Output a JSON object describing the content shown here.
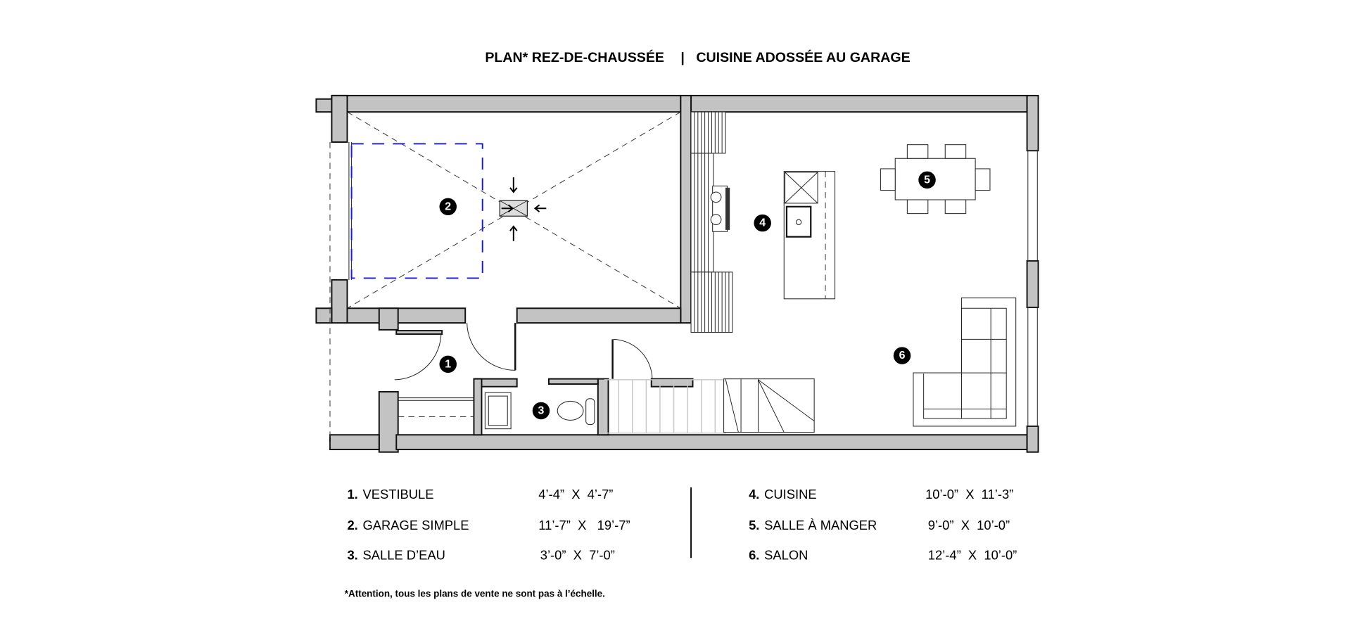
{
  "title": {
    "left": "PLAN* REZ-DE-CHAUSSÉE",
    "separator": "|",
    "right": "CUISINE ADOSSÉE AU GARAGE"
  },
  "plan_labels": [
    "1",
    "2",
    "3",
    "4",
    "5",
    "6"
  ],
  "rooms": [
    {
      "num": "1.",
      "name": "VESTIBULE",
      "dims": "4’-4”  X  4’-7”"
    },
    {
      "num": "2.",
      "name": "GARAGE SIMPLE",
      "dims": "11’-7”  X   19’-7”"
    },
    {
      "num": "3.",
      "name": "SALLE D’EAU",
      "dims": "3’-0”  X  7’-0”"
    },
    {
      "num": "4.",
      "name": "CUISINE",
      "dims": "10’-0”  X  11’-3”"
    },
    {
      "num": "5.",
      "name": "SALLE À MANGER",
      "dims": "9’-0”  X  10’-0”"
    },
    {
      "num": "6.",
      "name": "SALON",
      "dims": "12’-4”  X  10’-0”"
    }
  ],
  "note": "*Attention, tous les plans de vente ne sont pas à l’échelle.",
  "colors": {
    "wall": "#c3c3c3",
    "overhead_door": "#1a1ac8"
  }
}
